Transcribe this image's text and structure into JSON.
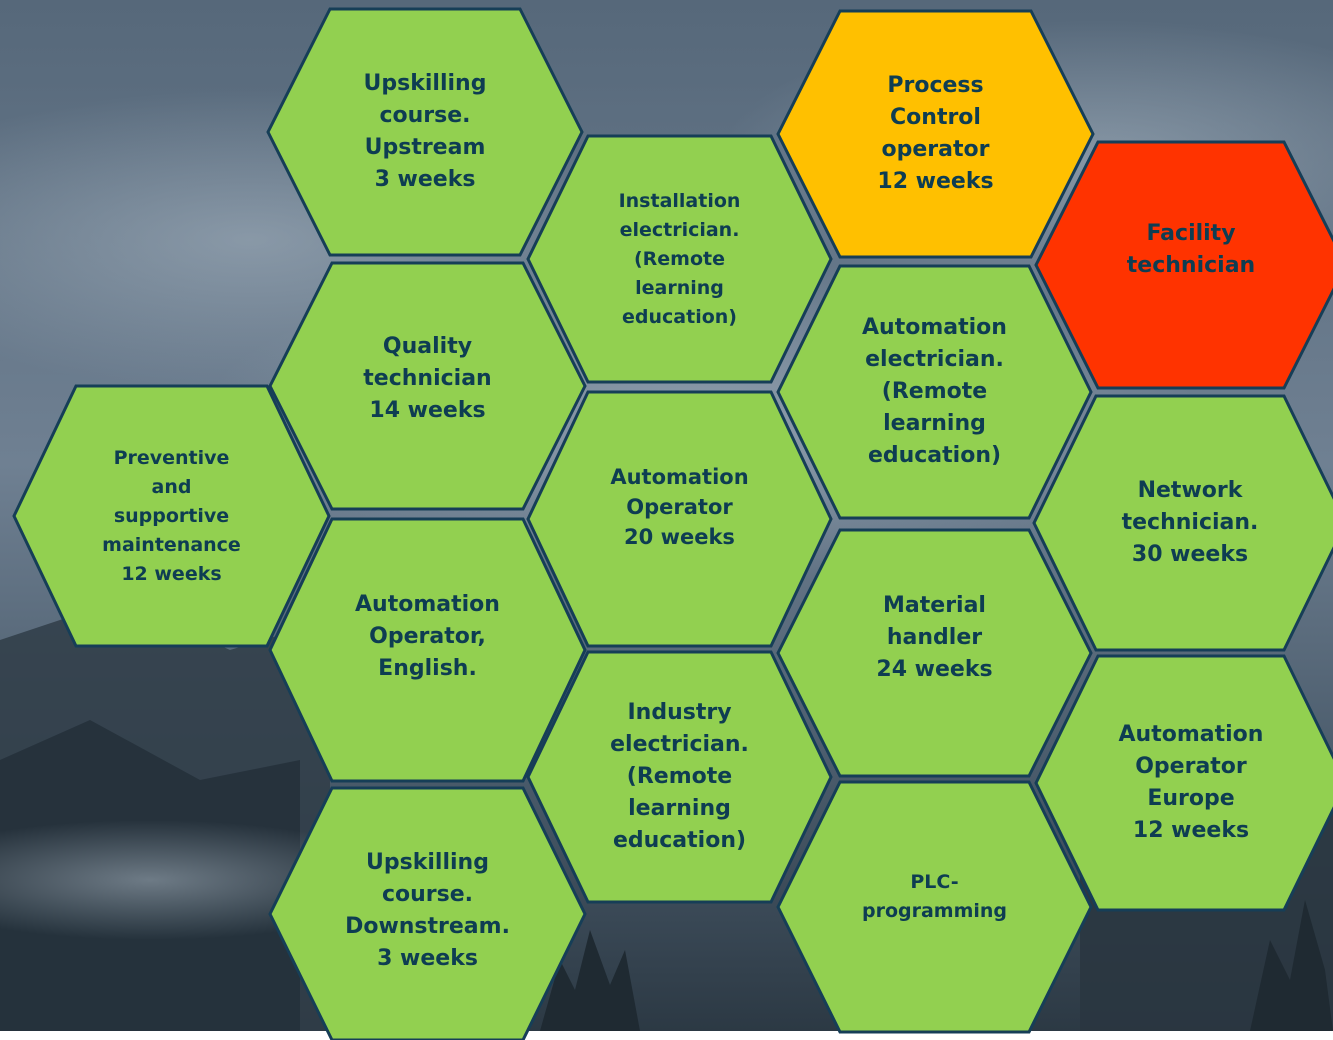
{
  "colors": {
    "green": "#92d050",
    "orange": "#ffc000",
    "red": "#ff3300",
    "border": "#163e57",
    "text": "#0e3d52"
  },
  "hexagons": [
    {
      "id": "upskilling-upstream",
      "text": "Upskilling\ncourse.\nUpstream\n3 weeks",
      "fill": "green"
    },
    {
      "id": "installation-electrician",
      "text": "Installation\nelectrician.\n(Remote\nlearning\neducation)",
      "fill": "green"
    },
    {
      "id": "process-control-operator",
      "text": "Process\nControl\noperator\n12 weeks",
      "fill": "orange"
    },
    {
      "id": "facility-technician",
      "text": "Facility\ntechnician",
      "fill": "red"
    },
    {
      "id": "quality-technician",
      "text": "Quality\ntechnician\n14 weeks",
      "fill": "green"
    },
    {
      "id": "automation-electrician",
      "text": "Automation\nelectrician.\n(Remote\nlearning\neducation)",
      "fill": "green"
    },
    {
      "id": "preventive-maintenance",
      "text": "Preventive\nand\nsupportive\nmaintenance\n12 weeks",
      "fill": "green"
    },
    {
      "id": "automation-operator",
      "text": "Automation\nOperator\n20 weeks",
      "fill": "green"
    },
    {
      "id": "network-technician",
      "text": "Network\ntechnician.\n30 weeks",
      "fill": "green"
    },
    {
      "id": "automation-operator-english",
      "text": "Automation\nOperator,\nEnglish.",
      "fill": "green"
    },
    {
      "id": "material-handler",
      "text": "Material\nhandler\n24 weeks",
      "fill": "green"
    },
    {
      "id": "industry-electrician",
      "text": "Industry\nelectrician.\n(Remote\nlearning\neducation)",
      "fill": "green"
    },
    {
      "id": "automation-operator-europe",
      "text": "Automation\nOperator\nEurope\n12 weeks",
      "fill": "green"
    },
    {
      "id": "upskilling-downstream",
      "text": "Upskilling\ncourse.\nDownstream.\n3 weeks",
      "fill": "green"
    },
    {
      "id": "plc-programming",
      "text": "PLC-\nprogramming",
      "fill": "green"
    }
  ]
}
